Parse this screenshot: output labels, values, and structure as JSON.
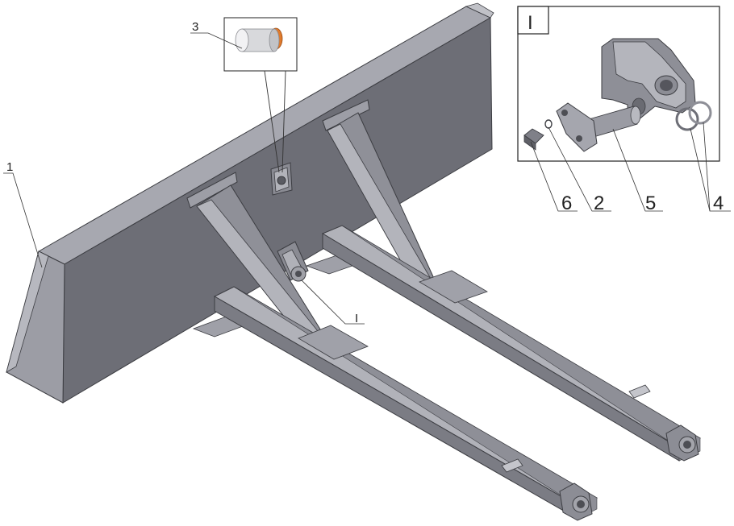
{
  "callouts": {
    "frame": "1",
    "washer": "2",
    "pin_insert": "3",
    "rings": "4",
    "axle": "5",
    "bolt": "6",
    "detail_ref": "I"
  },
  "detail_box": {
    "title": "I"
  },
  "colors": {
    "steel_front": "#6e6f77",
    "steel_top": "#a9aab2",
    "steel_side": "#8b8c94",
    "steel_dark": "#55565d",
    "edge": "#3c3d42",
    "accent_orange": "#e07a2c",
    "leader": "#333333"
  }
}
